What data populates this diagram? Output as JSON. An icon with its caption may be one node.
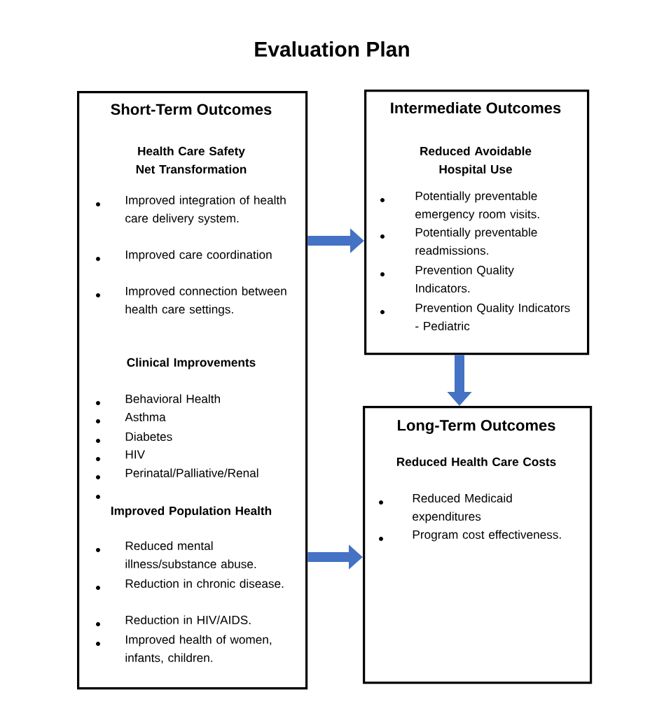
{
  "diagram": {
    "title": "Evaluation Plan",
    "nodes": [
      {
        "text": [
          "Short-Term Outcomes",
          "Health Care Safety Net Transformation",
          "Improved integration of health care delivery system.",
          "Improved care coordination",
          "Improved connection between health care settings.",
          "Clinical Improvements",
          "Behavioral Health",
          "Asthma",
          "Diabetes",
          "HIV",
          "Perinatal/Palliative/Renal",
          "Improved Population Health",
          "Reduced mental illness/substance abuse.",
          "Reduction in chronic disease.",
          "Reduction in HIV/AIDS.",
          "Improved health of women, infants, children."
        ]
      },
      {
        "text": [
          "Intermediate Outcomes",
          "Reduced Avoidable Hospital Use",
          "Potentially preventable emergency room visits.",
          "Potentially preventable readmissions.",
          "Prevention Quality Indicators.",
          "Prevention Quality Indicators - Pediatric"
        ]
      },
      {
        "text": [
          "Long-Term Outcomes",
          "Reduced Health Care Costs",
          "Reduced Medicaid expenditures",
          "Program cost effectiveness."
        ]
      }
    ],
    "edges": [
      {
        "from": 0,
        "to": 1,
        "arrow": "to"
      },
      {
        "from": 1,
        "to": 2,
        "arrow": "to"
      },
      {
        "from": 0,
        "to": 2,
        "arrow": "to"
      }
    ]
  }
}
